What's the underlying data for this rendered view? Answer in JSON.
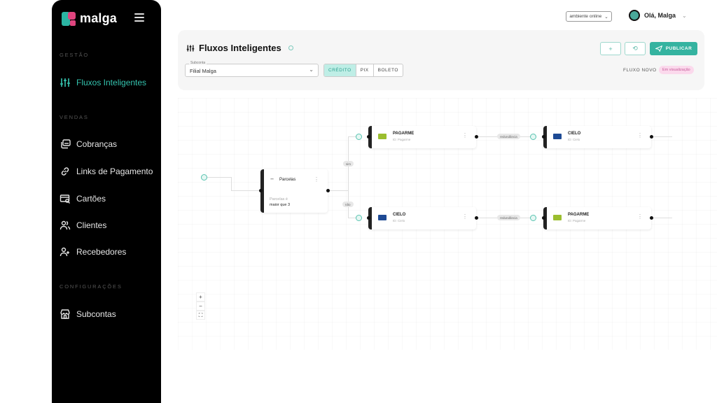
{
  "sidebar": {
    "brand": "malga",
    "sections": [
      {
        "label": "GESTÃO"
      },
      {
        "label": "VENDAS"
      },
      {
        "label": "CONFIGURAÇÕES"
      }
    ],
    "items": [
      {
        "label": "Fluxos Inteligentes",
        "icon": "sliders-icon",
        "active": true
      },
      {
        "label": "Cobranças",
        "icon": "charges-icon"
      },
      {
        "label": "Links de Pagamento",
        "icon": "link-icon"
      },
      {
        "label": "Cartões",
        "icon": "card-search-icon"
      },
      {
        "label": "Clientes",
        "icon": "users-icon"
      },
      {
        "label": "Recebedores",
        "icon": "user-plus-icon"
      },
      {
        "label": "Subcontas",
        "icon": "store-icon"
      }
    ]
  },
  "topbar": {
    "environment": "ambiente online",
    "greeting": "Olá, Malga"
  },
  "header": {
    "title": "Fluxos Inteligentes",
    "subconta_label": "Subconta",
    "subconta_value": "Filial Malga",
    "payment_tabs": [
      {
        "label": "CRÉDITO",
        "active": true
      },
      {
        "label": "PIX"
      },
      {
        "label": "BOLETO"
      }
    ],
    "add_label": "+",
    "history_label": "⟲",
    "publish_label": "PUBLICAR",
    "flow_label": "FLUXO NOVO",
    "status_badge": "Em visualização",
    "colors": {
      "accent": "#35b3a0",
      "badge_bg": "#fbd9ec",
      "badge_text": "#c75b9b"
    }
  },
  "flow": {
    "condition_node": {
      "title": "Parcelas",
      "rule_line1": "Parcelas é",
      "rule_line2": "maior que 3"
    },
    "branch_labels": {
      "yes": "sim",
      "no": "não"
    },
    "fallback_label": "redundância",
    "providers": [
      {
        "name": "PAGARME",
        "sub": "ID: Pagarme",
        "flag": "pagarme"
      },
      {
        "name": "CIELO",
        "sub": "ID: Cielo",
        "flag": "cielo"
      },
      {
        "name": "CIELO",
        "sub": "ID: Cielo",
        "flag": "cielo"
      },
      {
        "name": "PAGARME",
        "sub": "ID: Pagarme",
        "flag": "pagarme"
      }
    ]
  },
  "zoom_controls": {
    "zoom_in": "+",
    "zoom_out": "−",
    "fit": "⛶"
  }
}
